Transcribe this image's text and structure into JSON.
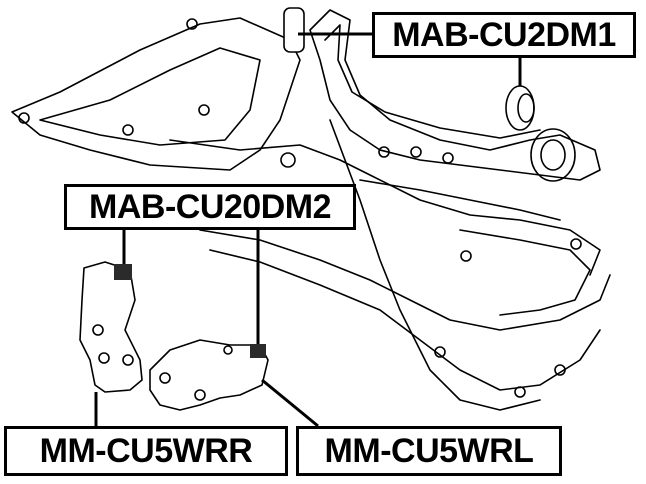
{
  "labels": {
    "top_right": "MAB-CU2DM1",
    "mid_left": "MAB-CU20DM2",
    "bottom_left": "MM-CU5WRR",
    "bottom_right": "MM-CU5WRL"
  },
  "colors": {
    "line": "#000000",
    "background": "#ffffff",
    "part_fill": "#2b2b2b"
  }
}
